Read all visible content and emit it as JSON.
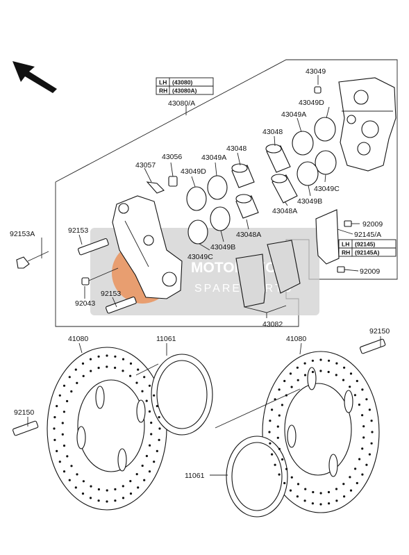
{
  "watermark": {
    "line1": "MOTORCYCLY",
    "line2": "SPARE PARTS",
    "colors": {
      "box": "#cfcfcf",
      "accent": "#e07a3a"
    }
  },
  "tables": {
    "caliper": {
      "lh_label": "LH",
      "lh_value": "(43080)",
      "rh_label": "RH",
      "rh_value": "(43080A)"
    },
    "bracket": {
      "lh_label": "LH",
      "lh_value": "(92145)",
      "rh_label": "RH",
      "rh_value": "(92145A)"
    }
  },
  "labels": {
    "caliper_assembly": "43080/A",
    "bolt_92153A": "92153A",
    "bolt_92153_top": "92153",
    "bolt_92153_bottom": "92153",
    "bleeder_92043": "92043",
    "cap_43057": "43057",
    "valve_43056": "43056",
    "seal_43049D_left": "43049D",
    "seal_43049A_left": "43049A",
    "piston_43048_left": "43048",
    "piston_43048A_left": "43048A",
    "seal_43049C_left": "43049C",
    "seal_43049B_left": "43049B",
    "seal_43049_top": "43049",
    "seal_43049D_right": "43049D",
    "seal_43049A_right": "43049A",
    "piston_43048_right": "43048",
    "seal_43049C_right": "43049C",
    "seal_43049B_right": "43049B",
    "piston_43048A_right": "43048A",
    "bolt_92009_top": "92009",
    "bracket_92145": "92145/A",
    "bolt_92009_bottom": "92009",
    "pads_43082": "43082",
    "disc_41080_left": "41080",
    "shim_11061_top": "11061",
    "disc_41080_right": "41080",
    "bolt_92150_right": "92150",
    "bolt_92150_left": "92150",
    "shim_11061_bottom": "11061"
  },
  "icons": {
    "direction": "front-arrow-icon"
  }
}
